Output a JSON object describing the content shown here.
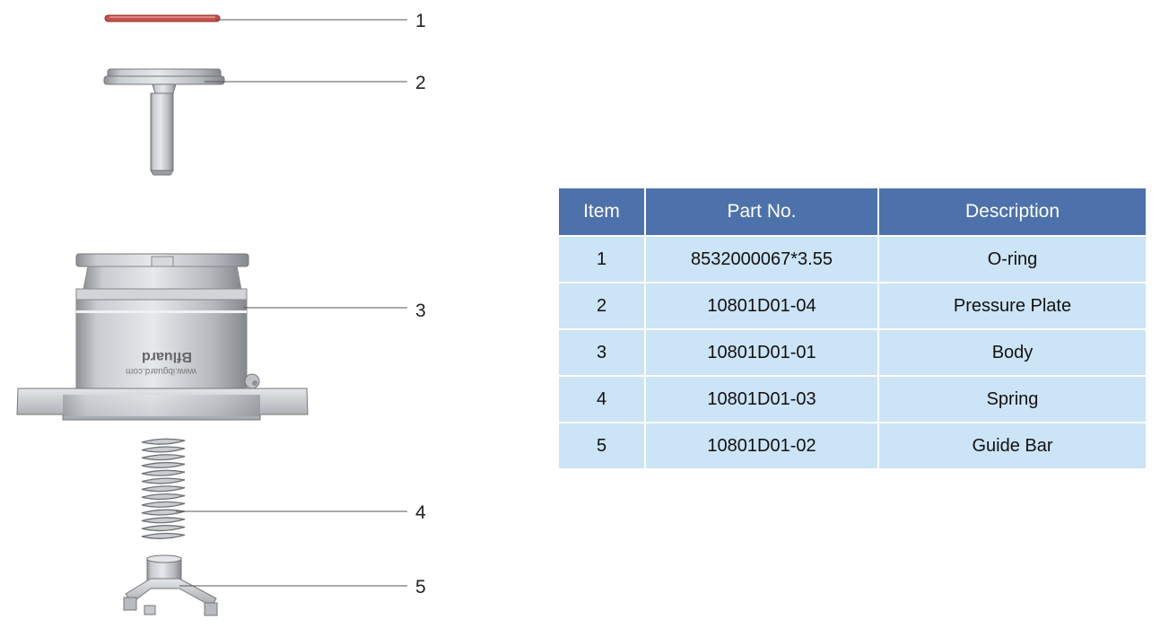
{
  "diagram": {
    "callouts": [
      "1",
      "2",
      "3",
      "4",
      "5"
    ],
    "logo_text": "Bfluard",
    "website_text": "www.ibguard.com"
  },
  "table": {
    "headers": [
      "Item",
      "Part No.",
      "Description"
    ],
    "rows": [
      {
        "item": "1",
        "part_no": "8532000067*3.55",
        "description": "O-ring"
      },
      {
        "item": "2",
        "part_no": "10801D01-04",
        "description": "Pressure Plate"
      },
      {
        "item": "3",
        "part_no": "10801D01-01",
        "description": "Body"
      },
      {
        "item": "4",
        "part_no": "10801D01-03",
        "description": "Spring"
      },
      {
        "item": "5",
        "part_no": "10801D01-02",
        "description": "Guide Bar"
      }
    ]
  },
  "colors": {
    "header_bg": "#4d72ab",
    "cell_bg": "#cbe4f6",
    "oring": "#c8504a"
  }
}
